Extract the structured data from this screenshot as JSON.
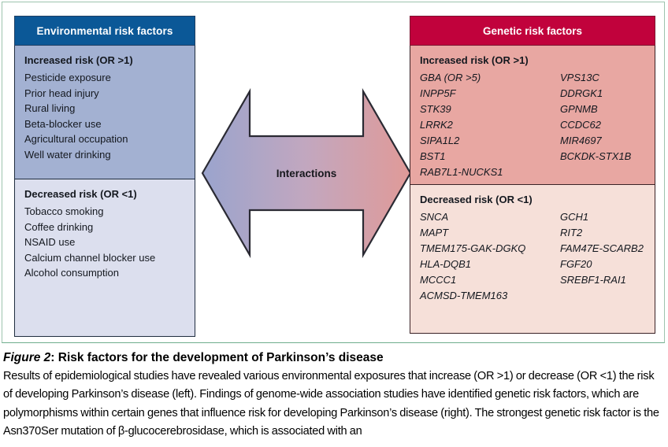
{
  "figure": {
    "frame_color": "#9dc4ae",
    "caption_label": "Figure 2",
    "caption_title": ": Risk factors for the development of Parkinson’s disease",
    "caption_body": "Results of epidemiological studies have revealed various environmental exposures that increase (OR >1) or decrease (OR <1) the risk of developing Parkinson’s disease (left). Findings of genome-wide association studies have identified genetic risk factors, which are polymorphisms within certain genes that influence risk for developing Parkinson’s disease (right). The strongest genetic risk factor is the Asn370Ser mutation of β-glucocerebrosidase, which is associated with an"
  },
  "environmental_panel": {
    "header": "Environmental risk factors",
    "header_color": "#0b5897",
    "increased": {
      "title": "Increased risk (OR >1)",
      "background": "#a3b1d2",
      "items": [
        "Pesticide exposure",
        "Prior head injury",
        "Rural living",
        "Beta-blocker use",
        "Agricultural occupation",
        "Well water drinking"
      ]
    },
    "decreased": {
      "title": "Decreased risk (OR <1)",
      "background": "#dcdfee",
      "items": [
        "Tobacco smoking",
        "Coffee drinking",
        "NSAID use",
        "Calcium channel blocker use",
        "Alcohol consumption"
      ]
    }
  },
  "genetic_panel": {
    "header": "Genetic risk factors",
    "header_color": "#c1023c",
    "increased": {
      "title": "Increased risk (OR >1)",
      "background": "#e8a7a2",
      "column_left": [
        "GBA (OR >5)",
        "INPP5F",
        "STK39",
        "LRRK2",
        "SIPA1L2",
        "BST1",
        "RAB7L1-NUCKS1"
      ],
      "column_right": [
        "VPS13C",
        "DDRGK1",
        "GPNMB",
        "CCDC62",
        "MIR4697",
        "BCKDK-STX1B",
        ""
      ]
    },
    "decreased": {
      "title": "Decreased risk (OR <1)",
      "background": "#f6e0d9",
      "column_left": [
        "SNCA",
        "MAPT",
        "TMEM175-GAK-DGKQ",
        "HLA-DQB1",
        "MCCC1",
        "ACMSD-TMEM163"
      ],
      "column_right": [
        "GCH1",
        "RIT2",
        "FAM47E-SCARB2",
        "FGF20",
        "SREBF1-RAI1",
        ""
      ]
    }
  },
  "arrow": {
    "label": "Interactions",
    "gradient_start": "#9aa4cd",
    "gradient_end": "#e09a98"
  }
}
